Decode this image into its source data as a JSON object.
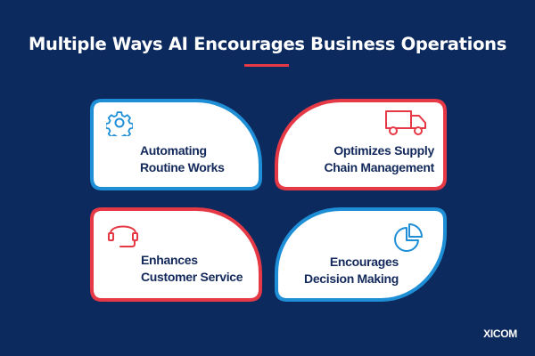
{
  "header": {
    "title": "Multiple Ways AI Encourages Business Operations",
    "accent_color": "#e63946"
  },
  "cards": [
    {
      "line1": "Automating",
      "line2": "Routine Works",
      "icon": "gear-icon",
      "border_color": "#1e8fd6"
    },
    {
      "line1": "Optimizes Supply",
      "line2": "Chain Management",
      "icon": "truck-icon",
      "border_color": "#e63946"
    },
    {
      "line1": "Enhances",
      "line2": "Customer Service",
      "icon": "headset-icon",
      "border_color": "#e63946"
    },
    {
      "line1": "Encourages",
      "line2": "Decision Making",
      "icon": "pie-chart-icon",
      "border_color": "#1e8fd6"
    }
  ],
  "footer": {
    "logo": "XICOM"
  },
  "colors": {
    "background": "#0d2a5f",
    "text": "#13295b",
    "blue": "#1e8fd6",
    "red": "#e63946"
  }
}
